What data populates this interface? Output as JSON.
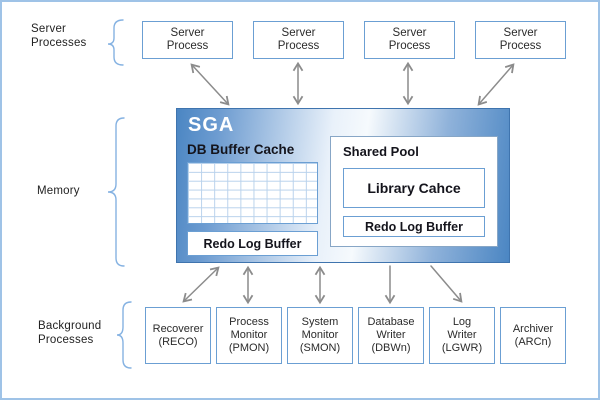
{
  "diagram": {
    "side_labels": {
      "server": "Server\nProcesses",
      "memory": "Memory",
      "background": "Background\nProcesses"
    },
    "server_processes": [
      {
        "label": "Server\nProcess"
      },
      {
        "label": "Server\nProcess"
      },
      {
        "label": "Server\nProcess"
      },
      {
        "label": "Server\nProcess"
      }
    ],
    "sga": {
      "title": "SGA",
      "db_buffer_cache_label": "DB Buffer Cache",
      "redo_log_buffer_label": "Redo Log Buffer",
      "shared_pool": {
        "label": "Shared Pool",
        "library_cache_label": "Library Cahce",
        "redo_log_buffer_label": "Redo Log Buffer"
      }
    },
    "background_processes": [
      {
        "label": "Recoverer\n(RECO)"
      },
      {
        "label": "Process\nMonitor\n(PMON)"
      },
      {
        "label": "System\nMonitor\n(SMON)"
      },
      {
        "label": "Database\nWriter\n(DBWn)"
      },
      {
        "label": "Log\nWriter\n(LGWR)"
      },
      {
        "label": "Archiver\n(ARCn)"
      }
    ],
    "colors": {
      "sga_blue": "#4b86c3",
      "box_border": "#6b9fd3",
      "outer_border": "#9fc3e7",
      "arrow_gray": "#8c8c8c",
      "brace_blue": "#85b2e2",
      "grid_line": "#b9d2ec"
    }
  }
}
